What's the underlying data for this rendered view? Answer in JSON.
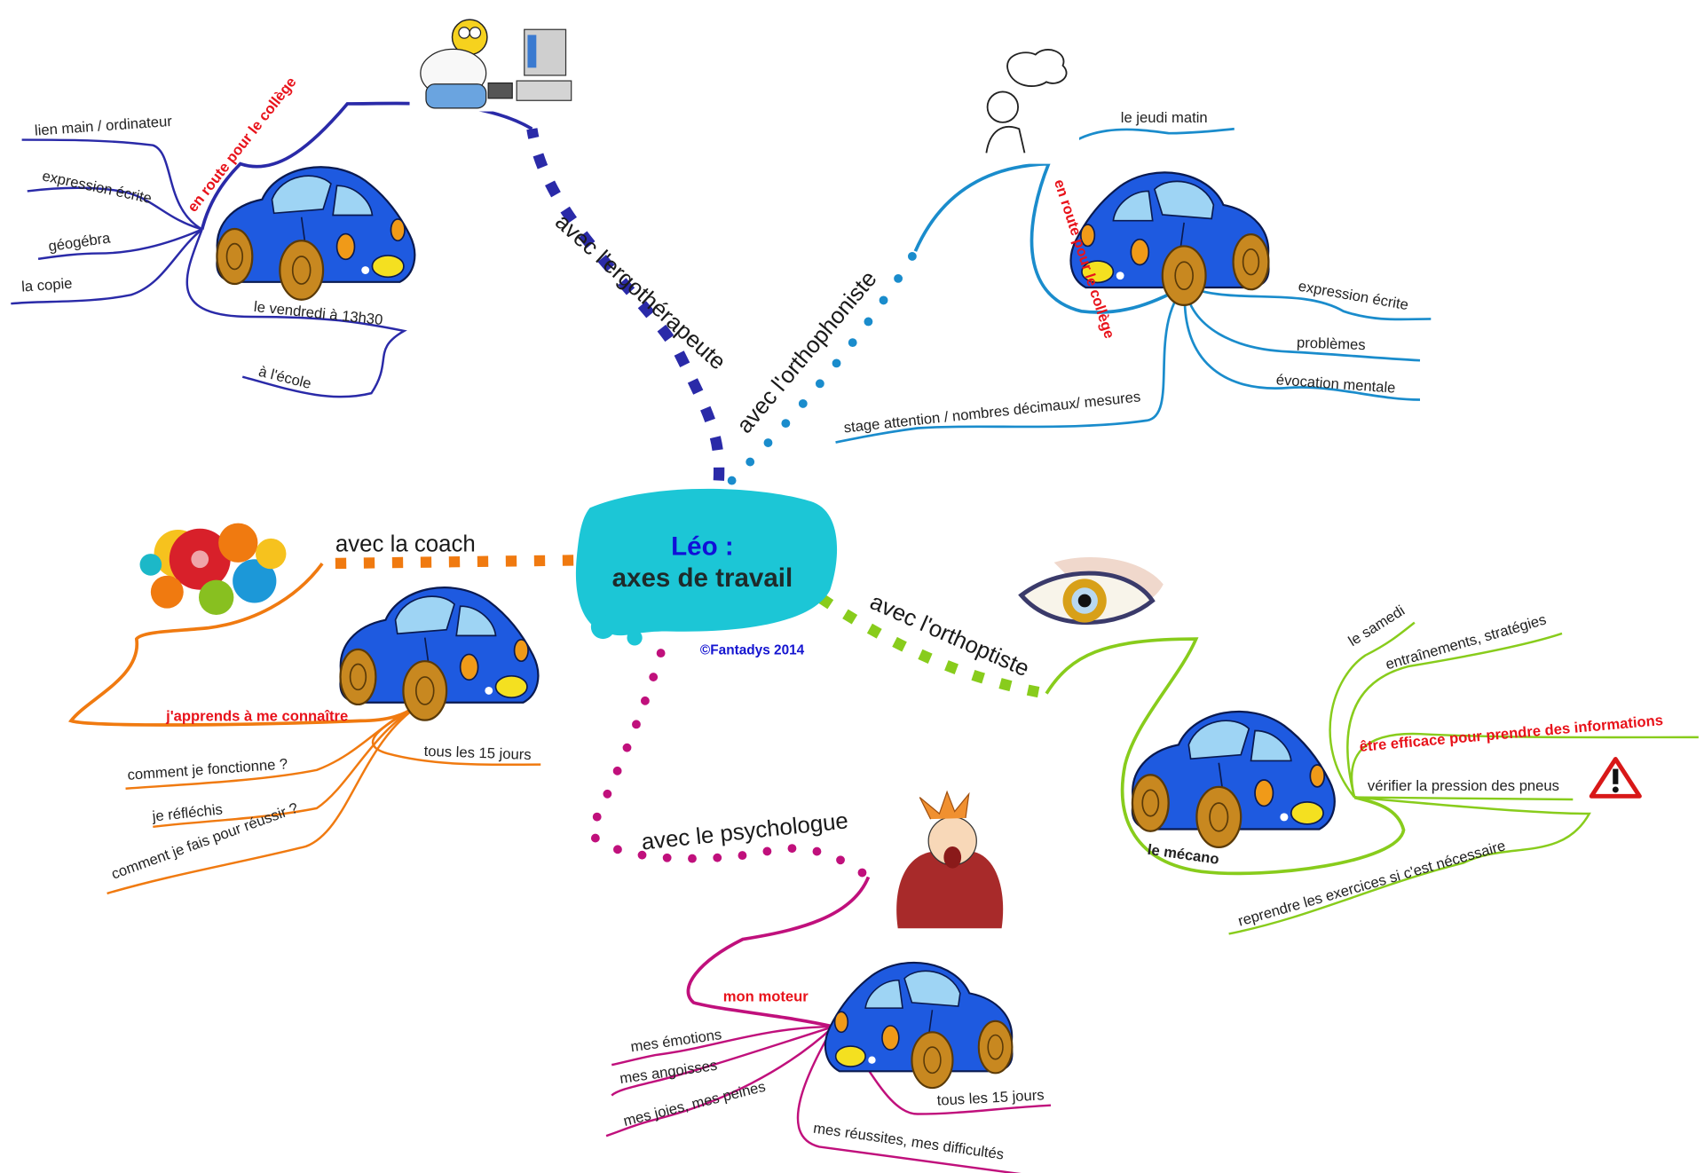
{
  "center": {
    "name": "Léo :",
    "subtitle": "axes de travail",
    "copyright": "©Fantadys 2014",
    "color": "#1cc6d6"
  },
  "branches": {
    "ergo": {
      "label": "avec l'ergothérapeute",
      "color": "#2a2aa8",
      "image": "person-at-computer-illustration",
      "car_label": "en route pour le collège",
      "leaves": [
        "lien main / ordinateur",
        "expression écrite",
        "géogébra",
        "la copie",
        "le vendredi à 13h30",
        "à l'école"
      ]
    },
    "ortho": {
      "label": "avec l'orthophoniste",
      "color": "#1a8ccc",
      "image": "thinking-child-illustration",
      "car_label": "en route pour le collège",
      "leaves": [
        "le jeudi matin",
        "expression écrite",
        "problèmes",
        "évocation mentale",
        "stage attention / nombres décimaux/ mesures"
      ]
    },
    "coach": {
      "label": "avec la coach",
      "color": "#f07a10",
      "image": "gears-brain-illustration",
      "car_label": "j'apprends à me connaître",
      "leaves": [
        "comment je fonctionne ?",
        "je réfléchis",
        "comment je fais pour réussir ?",
        "tous les 15 jours"
      ]
    },
    "orthoptiste": {
      "label": "avec l'orthoptiste",
      "color": "#88cc1c",
      "image": "eye-illustration",
      "car_label": "le mécano",
      "leaves": [
        "le samedi",
        "entraînements, stratégies",
        "être efficace pour prendre des informations",
        "vérifier la pression des pneus",
        "reprendre les exercices si c'est nécessaire"
      ],
      "warning_icon": "warning-triangle"
    },
    "psy": {
      "label": "avec le psychologue",
      "color": "#c0107c",
      "image": "panicking-person-illustration",
      "car_label": "mon moteur",
      "leaves": [
        "mes émotions",
        "mes angoisses",
        "mes joies, mes peines",
        "tous les 15 jours",
        "mes réussites, mes difficultés"
      ]
    }
  }
}
